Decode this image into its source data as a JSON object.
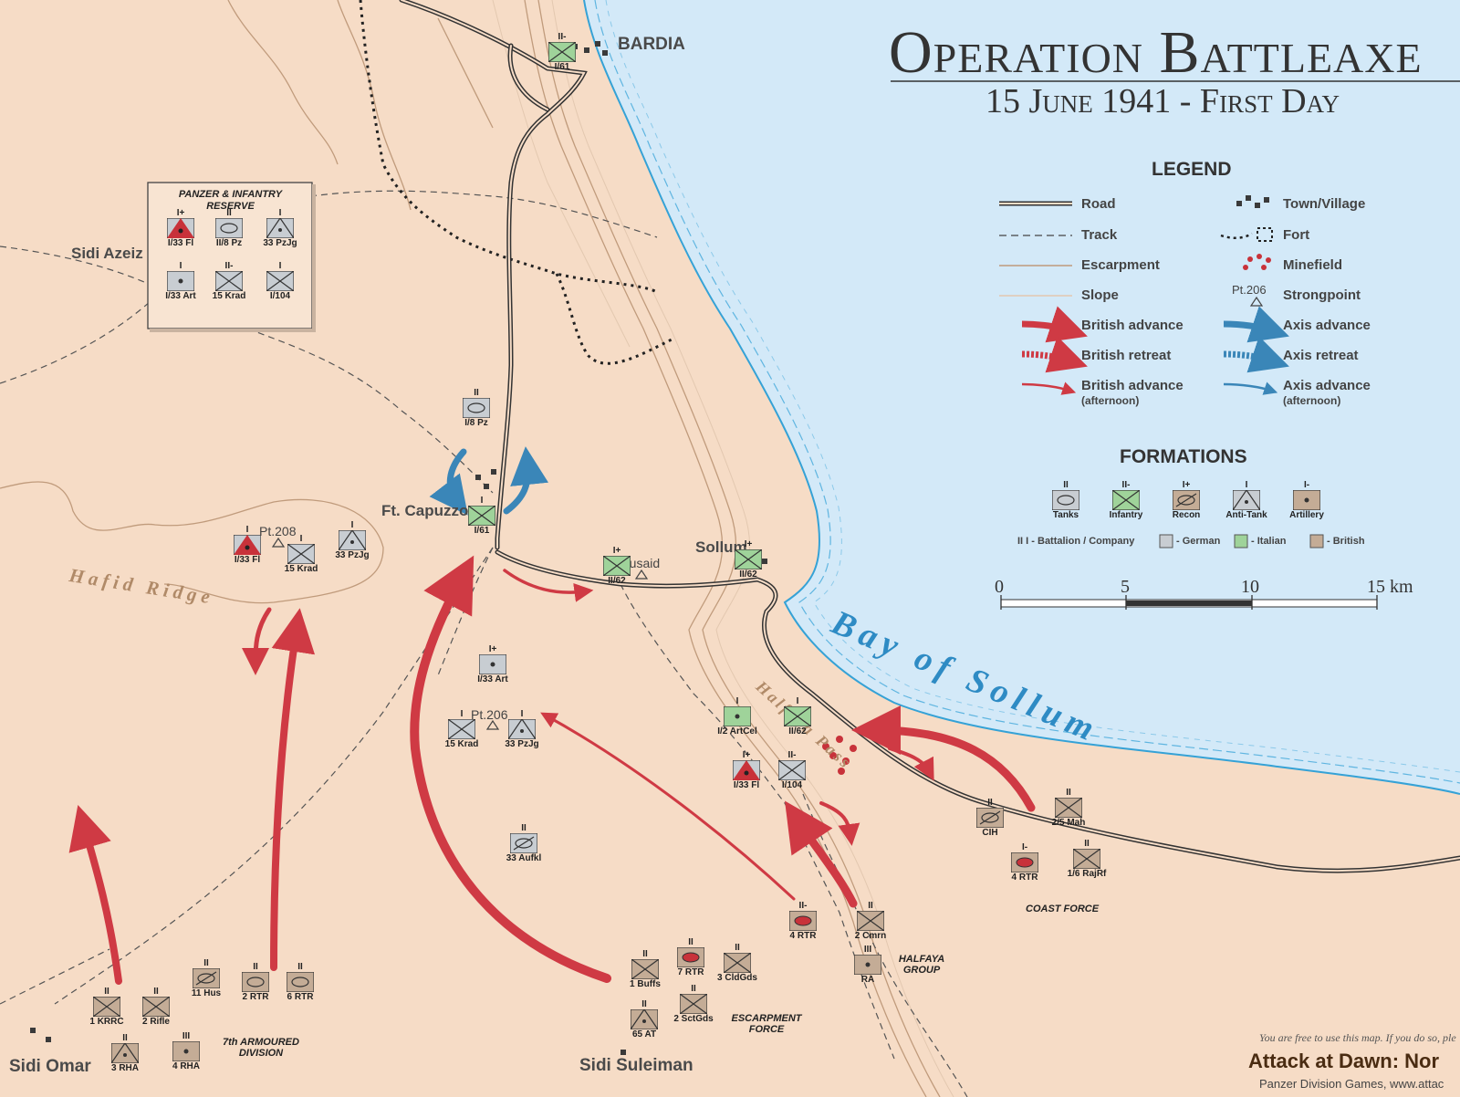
{
  "title": {
    "line1": "Operation Battleaxe",
    "line2": "15 June 1941 - First Day"
  },
  "places": {
    "bardia": "BARDIA",
    "sidi_azeiz": "Sidi Azeiz",
    "ft_capuzzo": "Ft. Capuzzo",
    "musaid": "Musaid",
    "sollum": "Sollum",
    "sidi_omar": "Sidi Omar",
    "sidi_suleiman": "Sidi Suleiman",
    "hafid_ridge": "Hafid Ridge",
    "bay": "Bay of Sollum",
    "halfaya": "Halfaya Pass",
    "pt208": "Pt.208",
    "pt206": "Pt.206"
  },
  "reserve_box": {
    "title": "PANZER & INFANTRY RESERVE"
  },
  "groups": {
    "seventh_armoured": "7th ARMOURED DIVISION",
    "escarpment_force": "ESCARPMENT FORCE",
    "halfaya_group": "HALFAYA GROUP",
    "coast_force": "COAST FORCE"
  },
  "legend": {
    "heading": "LEGEND",
    "items_left": [
      {
        "label": "Road",
        "symbol": "road"
      },
      {
        "label": "Track",
        "symbol": "track"
      },
      {
        "label": "Escarpment",
        "symbol": "escarpment"
      },
      {
        "label": "Slope",
        "symbol": "slope"
      },
      {
        "label": "British advance",
        "symbol": "british-advance"
      },
      {
        "label": "British retreat",
        "symbol": "british-retreat"
      },
      {
        "label": "British advance",
        "sub": "(afternoon)",
        "symbol": "british-advance-afternoon"
      }
    ],
    "items_right": [
      {
        "label": "Town/Village",
        "symbol": "town"
      },
      {
        "label": "Fort",
        "symbol": "fort"
      },
      {
        "label": "Minefield",
        "symbol": "minefield"
      },
      {
        "label": "Strongpoint",
        "symbol": "strongpoint",
        "prefix": "Pt.206"
      },
      {
        "label": "Axis advance",
        "symbol": "axis-advance"
      },
      {
        "label": "Axis retreat",
        "symbol": "axis-retreat"
      },
      {
        "label": "Axis advance",
        "sub": "(afternoon)",
        "symbol": "axis-advance-afternoon"
      }
    ]
  },
  "formations": {
    "heading": "FORMATIONS",
    "types": [
      {
        "size": "II",
        "label": "Tanks",
        "type": "tank"
      },
      {
        "size": "II-",
        "label": "Infantry",
        "type": "inf"
      },
      {
        "size": "I+",
        "label": "Recon",
        "type": "recon"
      },
      {
        "size": "I",
        "label": "Anti-Tank",
        "type": "at"
      },
      {
        "size": "I-",
        "label": "Artillery",
        "type": "art"
      }
    ],
    "key_size": "II  I - Battalion / Company",
    "key_german": "- German",
    "key_italian": "- Italian",
    "key_british": "- British",
    "colors": {
      "german": "#c8cdd2",
      "italian": "#9fd39a",
      "british": "#c4ac96",
      "german_red": "#c8323a"
    }
  },
  "scale": {
    "ticks": [
      "0",
      "5",
      "10",
      "15 km"
    ]
  },
  "units": [
    {
      "name": "I/61",
      "size": "II-",
      "nation": "italian",
      "type": "inf"
    },
    {
      "name": "I/33 Fl",
      "size": "I+",
      "nation": "german_red",
      "type": "flak"
    },
    {
      "name": "II/8 Pz",
      "size": "II",
      "nation": "german",
      "type": "tank"
    },
    {
      "name": "33 PzJg",
      "size": "I",
      "nation": "german",
      "type": "at"
    },
    {
      "name": "I/33 Art",
      "size": "I",
      "nation": "german",
      "type": "art"
    },
    {
      "name": "15 Krad",
      "size": "II-",
      "nation": "german",
      "type": "inf"
    },
    {
      "name": "I/104",
      "size": "I",
      "nation": "german",
      "type": "inf"
    },
    {
      "name": "I/8 Pz",
      "size": "II",
      "nation": "german",
      "type": "tank"
    },
    {
      "name": "I/61",
      "size": "I",
      "nation": "italian",
      "type": "inf"
    },
    {
      "name": "II/62",
      "size": "I+",
      "nation": "italian",
      "type": "inf"
    },
    {
      "name": "II/62",
      "size": "I+",
      "nation": "italian",
      "type": "inf"
    },
    {
      "name": "I/33 Fl",
      "size": "I",
      "nation": "german_red",
      "type": "flak"
    },
    {
      "name": "15 Krad",
      "size": "I",
      "nation": "german",
      "type": "inf"
    },
    {
      "name": "33 PzJg",
      "size": "I",
      "nation": "german",
      "type": "at"
    },
    {
      "name": "I/33 Art",
      "size": "I+",
      "nation": "german",
      "type": "art"
    },
    {
      "name": "15 Krad",
      "size": "I",
      "nation": "german",
      "type": "inf"
    },
    {
      "name": "33 PzJg",
      "size": "I",
      "nation": "german",
      "type": "at"
    },
    {
      "name": "33 Aufkl",
      "size": "II",
      "nation": "german",
      "type": "recon"
    },
    {
      "name": "I/2 ArtCel",
      "size": "I",
      "nation": "italian",
      "type": "art"
    },
    {
      "name": "II/62",
      "size": "I",
      "nation": "italian",
      "type": "inf"
    },
    {
      "name": "I/33 Fl",
      "size": "I+",
      "nation": "german_red",
      "type": "flak"
    },
    {
      "name": "I/104",
      "size": "II-",
      "nation": "german",
      "type": "inf"
    },
    {
      "name": "CIH",
      "size": "II",
      "nation": "british",
      "type": "recon"
    },
    {
      "name": "2/5 Mah",
      "size": "II",
      "nation": "british",
      "type": "inf"
    },
    {
      "name": "4 RTR",
      "size": "I-",
      "nation": "british",
      "type": "redtank"
    },
    {
      "name": "1/6 RajRf",
      "size": "II",
      "nation": "british",
      "type": "inf"
    },
    {
      "name": "4 RTR",
      "size": "II-",
      "nation": "british",
      "type": "redtank"
    },
    {
      "name": "2 Cmrn",
      "size": "II",
      "nation": "british",
      "type": "inf"
    },
    {
      "name": "RA",
      "size": "III",
      "nation": "british",
      "type": "art"
    },
    {
      "name": "1 Buffs",
      "size": "II",
      "nation": "british",
      "type": "inf"
    },
    {
      "name": "7 RTR",
      "size": "II",
      "nation": "british",
      "type": "redtank"
    },
    {
      "name": "3 CldGds",
      "size": "II",
      "nation": "british",
      "type": "inf"
    },
    {
      "name": "2 SctGds",
      "size": "II",
      "nation": "british",
      "type": "inf"
    },
    {
      "name": "65 AT",
      "size": "II",
      "nation": "british",
      "type": "at"
    },
    {
      "name": "11 Hus",
      "size": "II",
      "nation": "british",
      "type": "recon"
    },
    {
      "name": "2 RTR",
      "size": "II",
      "nation": "british",
      "type": "tank"
    },
    {
      "name": "6 RTR",
      "size": "II",
      "nation": "british",
      "type": "tank"
    },
    {
      "name": "1 KRRC",
      "size": "II",
      "nation": "british",
      "type": "inf"
    },
    {
      "name": "2 Rifle",
      "size": "II",
      "nation": "british",
      "type": "inf"
    },
    {
      "name": "3 RHA",
      "size": "II",
      "nation": "british",
      "type": "at"
    },
    {
      "name": "4 RHA",
      "size": "III",
      "nation": "british",
      "type": "art"
    }
  ],
  "credits": {
    "line1": "You are free to use this map. If you do so, ple",
    "line2": "Attack at Dawn: Nor",
    "line3": "Panzer Division Games, www.attac"
  }
}
